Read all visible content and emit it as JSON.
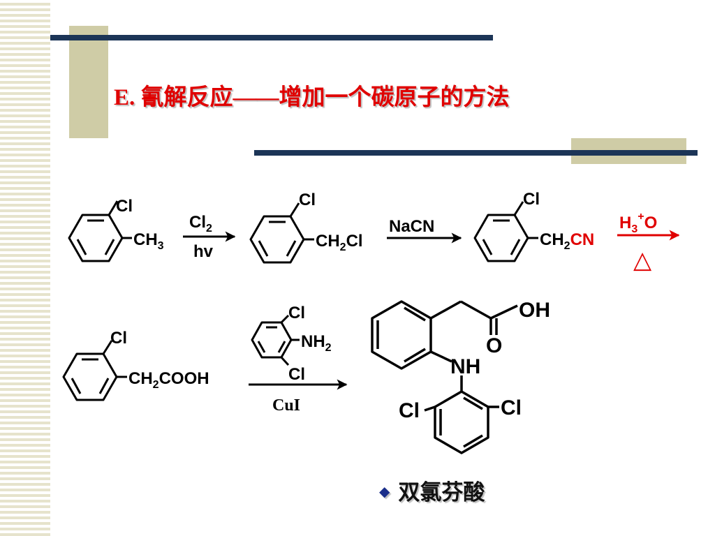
{
  "slide": {
    "title": "E. 氰解反应——增加一个碳原子的方法",
    "bullet_note": "双氯芬酸"
  },
  "colors": {
    "title": "#e00000",
    "navy_bar": "#1c3557",
    "khaki_block": "#cfcca6",
    "stripe": "#e6e3cc",
    "reagent_red": "#e00000",
    "bullet": "#1a2e8a"
  },
  "scheme": {
    "m1": {
      "cl": "Cl",
      "ch3": "CH",
      "ch3_sub": "3"
    },
    "step1": {
      "reagent": "Cl",
      "reagent_sub": "2",
      "condition": "hv"
    },
    "m2": {
      "cl": "Cl",
      "ch2": "CH",
      "ch2_sub": "2",
      "cl2": "Cl"
    },
    "step2": {
      "reagent": "NaCN"
    },
    "m3": {
      "cl": "Cl",
      "ch2": "CH",
      "ch2_sub": "2",
      "cn": "CN"
    },
    "step3": {
      "h": "H",
      "h_sub": "3",
      "plus": "+",
      "o": "O",
      "heat": "△"
    },
    "m4": {
      "cl": "Cl",
      "ch2": "CH",
      "ch2_sub": "2",
      "cooh": "COOH"
    },
    "reagent_aniline": {
      "cl_top": "Cl",
      "nh": "NH",
      "nh_sub": "2",
      "cl_bottom": "Cl"
    },
    "step4": {
      "catalyst": "CuI"
    },
    "product": {
      "oh": "OH",
      "o": "O",
      "nh": "NH",
      "cl_left": "Cl",
      "cl_right": "Cl"
    }
  }
}
